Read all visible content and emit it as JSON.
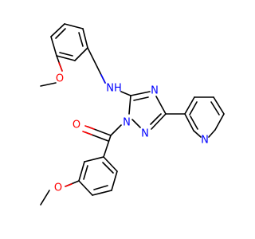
{
  "colors": {
    "background": "#ffffff",
    "bond": "#000000",
    "nitrogen": "#0000ff",
    "oxygen": "#ff0000"
  },
  "molecule": {
    "atoms": {
      "o_upper_methoxy": "O",
      "nh_amine": "NH",
      "n4_triazole": "N",
      "o_carbonyl": "O",
      "n1_triazole": "N",
      "n2_triazole": "N",
      "n_pyridine": "N",
      "o_lower_methoxy": "O"
    }
  }
}
